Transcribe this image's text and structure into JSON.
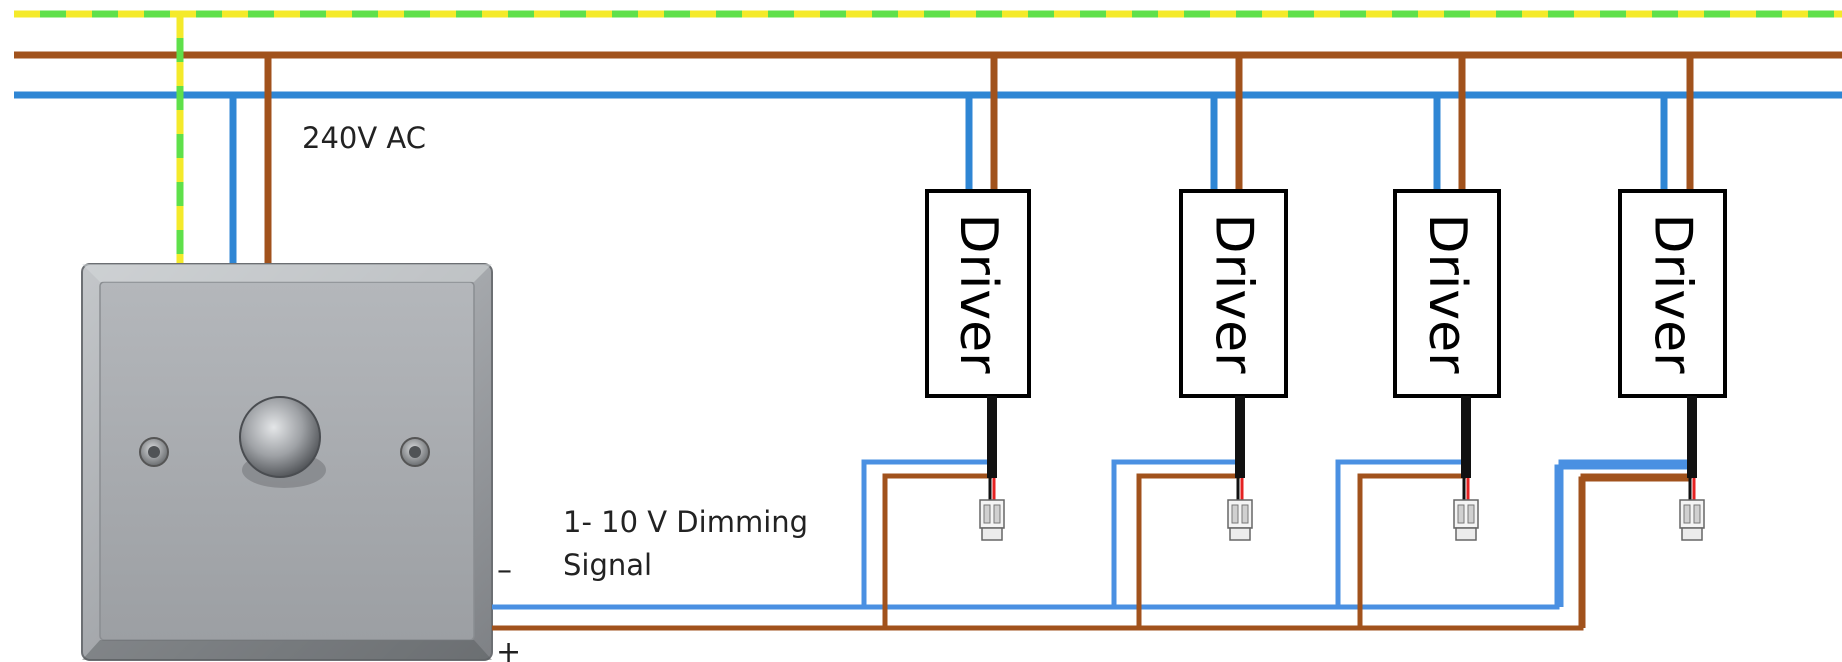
{
  "labels": {
    "supply": "240V AC",
    "dimming_line1": "1- 10 V Dimming",
    "dimming_line2": "Signal",
    "minus": "–",
    "plus": "+"
  },
  "drivers": [
    {
      "label": "Driver"
    },
    {
      "label": "Driver"
    },
    {
      "label": "Driver"
    },
    {
      "label": "Driver"
    }
  ],
  "colors": {
    "earth_green": "#5fe04a",
    "earth_yellow": "#f4ea2a",
    "live_brown": "#a1521c",
    "neutral_blue": "#2f86d4",
    "signal_blue": "#4a90e2",
    "plate": "#a6a9ad",
    "driver_border": "#000000",
    "lead_black": "#111111",
    "lead_red": "#e52222"
  }
}
